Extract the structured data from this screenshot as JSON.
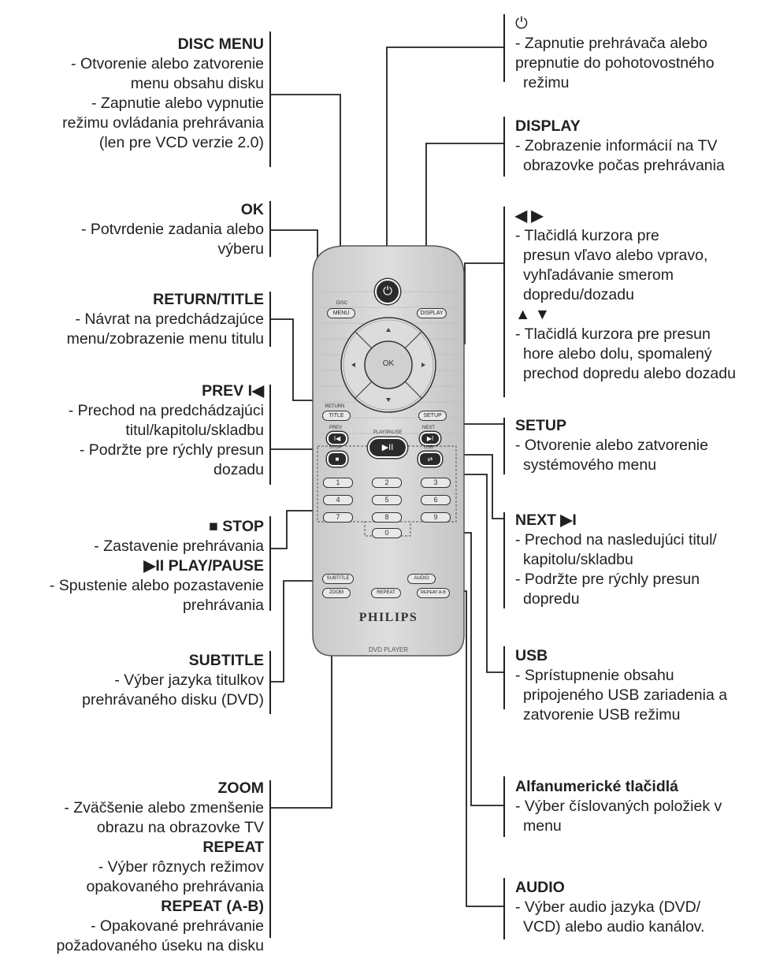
{
  "left": [
    {
      "title": "DISC MENU",
      "lines": [
        "- Otvorenie alebo zatvorenie",
        "menu obsahu disku",
        "- Zapnutie alebo vypnutie",
        "režimu ovládania prehrávania",
        "(len pre VCD verzie 2.0)"
      ]
    },
    {
      "title": "OK",
      "lines": [
        "- Potvrdenie zadania alebo",
        "výberu"
      ]
    },
    {
      "title": "RETURN/TITLE",
      "lines": [
        "- Návrat na predchádzajúce",
        "menu/zobrazenie menu titulu"
      ]
    },
    {
      "title": "PREV I◀",
      "lines": [
        "- Prechod na predchádzajúci",
        "titul/kapitolu/skladbu",
        "- Podržte pre rýchly presun",
        "dozadu"
      ]
    },
    {
      "title": "■ STOP",
      "lines": [
        "- Zastavenie prehrávania"
      ]
    },
    {
      "title": "▶II PLAY/PAUSE",
      "lines": [
        "- Spustenie alebo pozastavenie",
        "prehrávania"
      ]
    },
    {
      "title": "SUBTITLE",
      "lines": [
        "- Výber jazyka titulkov",
        "prehrávaného disku (DVD)"
      ]
    },
    {
      "title": "ZOOM",
      "lines": [
        "- Zväčšenie alebo zmenšenie",
        "obrazu na obrazovke TV"
      ]
    },
    {
      "title": "REPEAT",
      "lines": [
        "- Výber rôznych režimov",
        "opakovaného prehrávania"
      ]
    },
    {
      "title": "REPEAT (A-B)",
      "lines": [
        "- Opakované prehrávanie",
        "požadovaného úseku na disku"
      ]
    }
  ],
  "right": [
    {
      "title": "⏻",
      "lines": [
        "- Zapnutie prehrávača alebo",
        "prepnutie do pohotovostného",
        "režimu"
      ]
    },
    {
      "title": "DISPLAY",
      "lines": [
        "- Zobrazenie informácií na TV",
        "obrazovke počas prehrávania"
      ]
    },
    {
      "title": "◀ ▶",
      "lines": [
        "- Tlačidlá kurzora pre",
        "presun vľavo alebo vpravo,",
        "vyhľadávanie smerom",
        "dopredu/dozadu"
      ]
    },
    {
      "title": "▲ ▼",
      "lines": [
        "- Tlačidlá kurzora pre presun",
        "hore alebo dolu, spomalený",
        "prechod dopredu alebo dozadu"
      ]
    },
    {
      "title": "SETUP",
      "lines": [
        "- Otvorenie alebo zatvorenie",
        "systémového menu"
      ]
    },
    {
      "title": "NEXT ▶I",
      "lines": [
        "- Prechod na nasledujúci titul/",
        "kapitolu/skladbu",
        "- Podržte pre rýchly presun",
        "dopredu"
      ]
    },
    {
      "title": "USB",
      "lines": [
        "- Sprístupnenie obsahu",
        "pripojeného USB zariadenia a",
        "zatvorenie USB režimu"
      ]
    },
    {
      "title": "Alfanumerické tlačidlá",
      "lines": [
        "- Výber číslovaných položiek v",
        "menu"
      ]
    },
    {
      "title": "AUDIO",
      "lines": [
        "- Výber audio jazyka (DVD/",
        "VCD) alebo audio kanálov."
      ]
    }
  ],
  "remote": {
    "brand": "PHILIPS",
    "model": "DVD PLAYER",
    "disc_top": "DISC",
    "disc_btn": "MENU",
    "display_btn": "DISPLAY",
    "ok": "OK",
    "return_top": "RETURN",
    "title_btn": "TITLE",
    "setup_btn": "SETUP",
    "prev": "PREV",
    "next": "NEXT",
    "play_pause": "PLAY/PAUSE",
    "stop": "STOP",
    "usb": "USB",
    "subtitle_btn": "SUBTITLE",
    "audio_btn": "AUDIO",
    "zoom_btn": "ZOOM",
    "repeat_btn": "REPEAT",
    "repeatab_btn": "REPEAT A-B",
    "digits": [
      "1",
      "2",
      "3",
      "4",
      "5",
      "6",
      "7",
      "8",
      "9",
      "0"
    ]
  }
}
